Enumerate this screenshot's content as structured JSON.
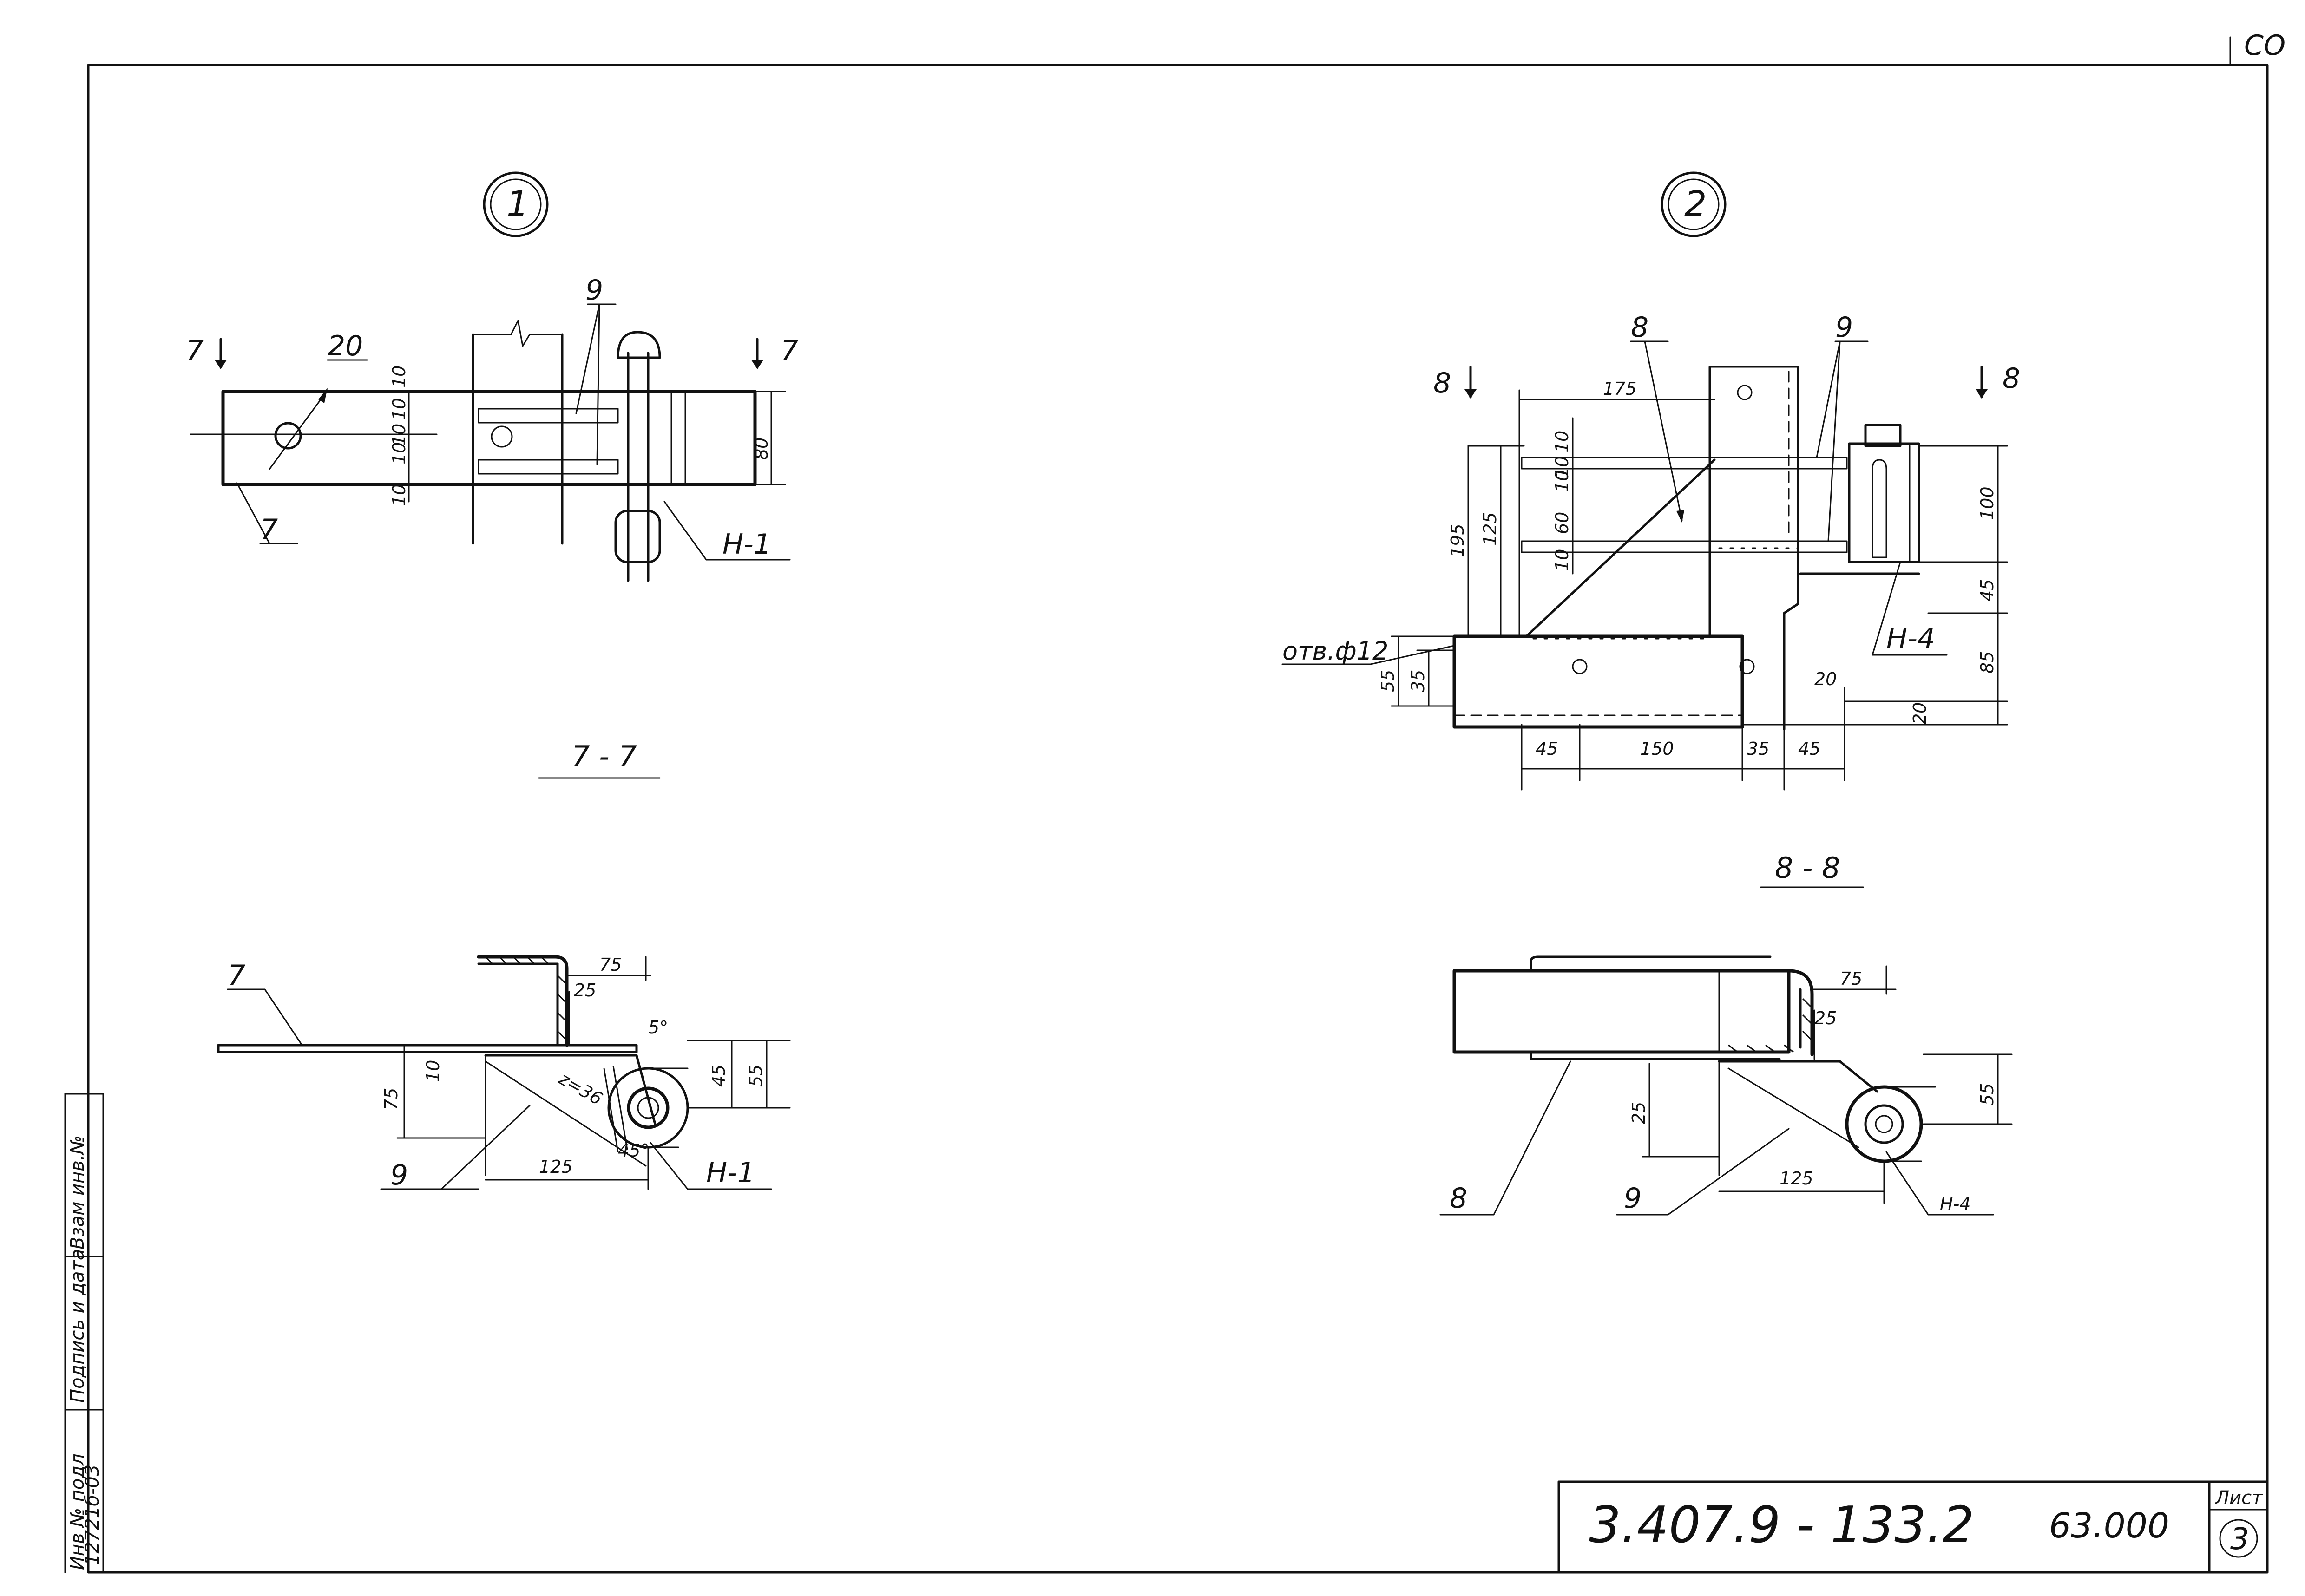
{
  "sheet": {
    "corner_mark": "СО",
    "designation": "3.407.9 - 133.2",
    "code": "63.000",
    "sheet_label": "Лист",
    "sheet_number": "3"
  },
  "side_stamp": {
    "inv_no_orig_label": "Инв № подл",
    "inv_no_orig_value": "12721б-03",
    "signature_date_label": "Подпись и дата",
    "replaced_inv_label": "Взам инв.№"
  },
  "node1": {
    "marker": "1",
    "labels": {
      "cut_left": "7",
      "cut_right": "7",
      "hole": "20",
      "part_a": "9",
      "part_b": "7",
      "part_c": "Н-1"
    },
    "dims": [
      "10",
      "10",
      "10",
      "10",
      "10",
      "80"
    ],
    "section": {
      "title": "7 - 7",
      "labels": {
        "plate": "7",
        "rib": "9",
        "hinge": "Н-1"
      },
      "dims": [
        "75",
        "25",
        "10",
        "75",
        "45",
        "55",
        "125",
        "5°",
        "45°",
        "z=36"
      ]
    }
  },
  "node2": {
    "marker": "2",
    "labels": {
      "cut_left": "8",
      "cut_right": "8",
      "part_a": "8",
      "part_b": "9",
      "part_c": "Н-4",
      "hole_note": "отв.ф12"
    },
    "dims": [
      "175",
      "10",
      "10",
      "10",
      "60",
      "10",
      "125",
      "195",
      "100",
      "45",
      "85",
      "55",
      "35",
      "20",
      "20",
      "45",
      "150",
      "35",
      "45"
    ],
    "section": {
      "title": "8 - 8",
      "labels": {
        "plate": "8",
        "rib": "9",
        "hinge": "Н-4"
      },
      "dims": [
        "75",
        "25",
        "25",
        "55",
        "125"
      ]
    }
  }
}
